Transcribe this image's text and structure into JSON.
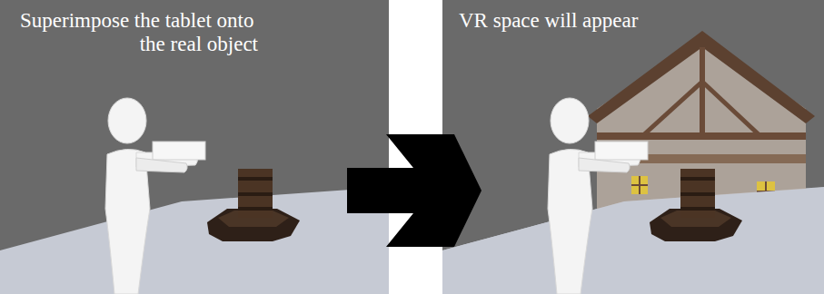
{
  "diagram": {
    "nodes": [
      {
        "text": [
          "Superimpose the tablet onto the real object"
        ]
      },
      {
        "text": [
          "VR space will appear"
        ]
      }
    ],
    "edges": [
      {
        "from": 0,
        "to": 1,
        "arrow": "to"
      }
    ]
  }
}
